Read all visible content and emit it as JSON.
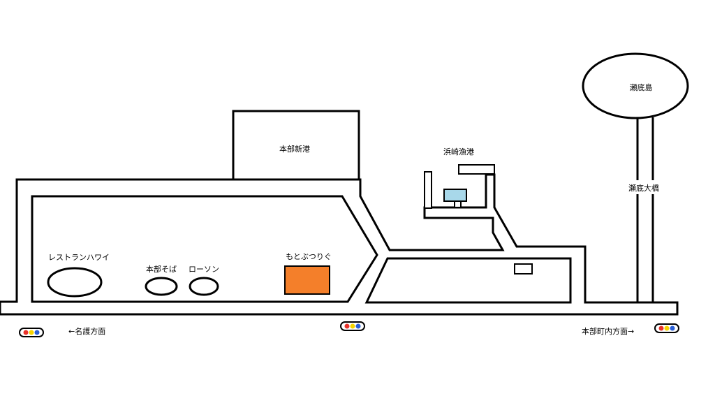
{
  "places": {
    "sesoko_island": "瀬底島",
    "sesoko_bridge": "瀬底大橋",
    "motobu_new_port": "本部新港",
    "hamasaki_fishing_port": "浜崎漁港",
    "restaurant_hawaii": "レストランハワイ",
    "motobu_soba": "本部そば",
    "lawson": "ローソン",
    "motobu_tsurigu": "もとぶつりぐ"
  },
  "directions": {
    "left": "←名護方面",
    "right": "本部町内方面→"
  },
  "colors": {
    "highlight_store": "#f47f2a",
    "building_blue": "#a8d8ea",
    "signal_red": "#e8322a",
    "signal_yellow": "#f5d300",
    "signal_blue": "#2a5fd6"
  },
  "icons": [
    "traffic-light-icon"
  ]
}
